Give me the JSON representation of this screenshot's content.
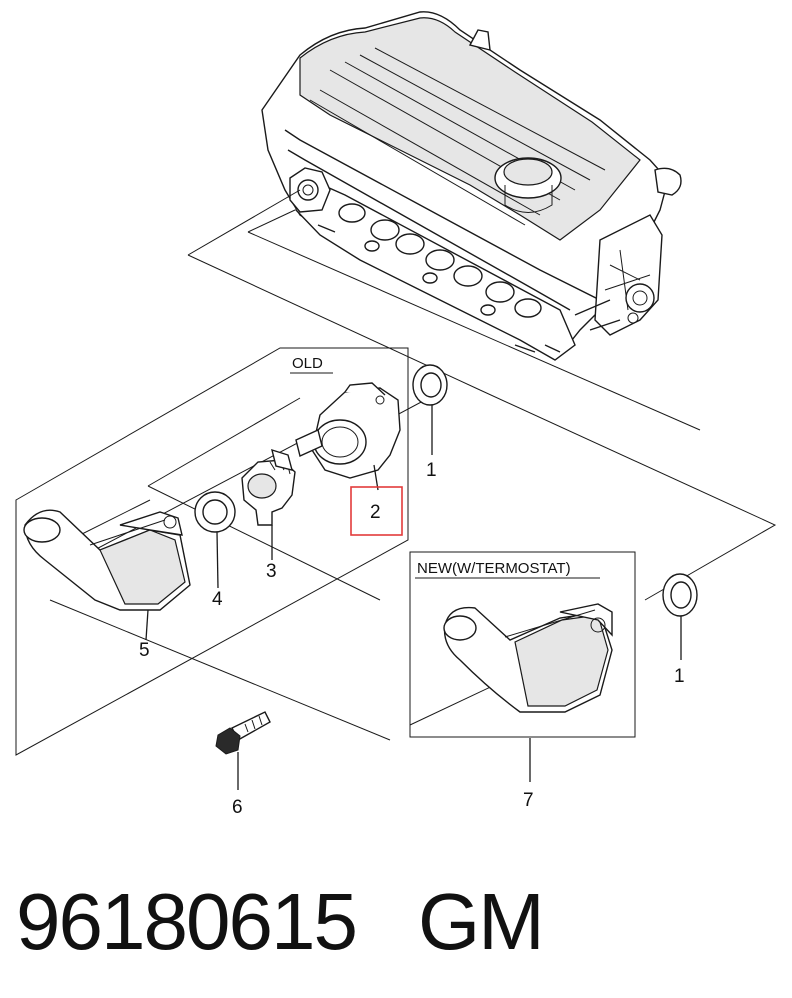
{
  "diagram": {
    "part_number": "96180615",
    "brand": "GM",
    "old_box_label": "OLD",
    "new_box_label": "NEW(W/TERMOSTAT)",
    "highlight_color": "#e23b3b",
    "callouts": {
      "c1a": "1",
      "c1b": "1",
      "c2": "2",
      "c3": "3",
      "c4": "4",
      "c5": "5",
      "c6": "6",
      "c7": "7"
    }
  }
}
